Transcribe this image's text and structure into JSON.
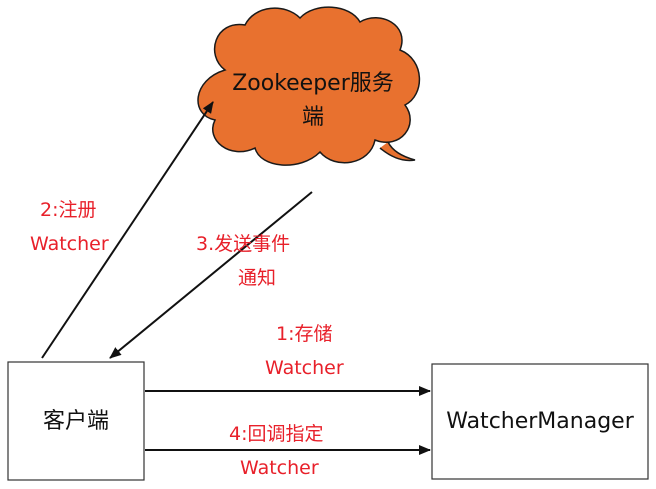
{
  "colors": {
    "cloud_fill": "#e8712f",
    "cloud_stroke": "#1a1a1a",
    "box_stroke": "#333333",
    "arrow": "#111111",
    "edge_label": "#e8202a"
  },
  "nodes": {
    "server": {
      "line1": "Zookeeper服务",
      "line2": "端",
      "shape": "cloud"
    },
    "client": {
      "label": "客户端",
      "shape": "rectangle"
    },
    "manager": {
      "label": "WatcherManager",
      "shape": "rectangle"
    }
  },
  "edges": {
    "register": {
      "line1": "2:注册",
      "line2": "Watcher",
      "from": "client",
      "to": "server"
    },
    "notify": {
      "line1": "3.发送事件",
      "line2": "通知",
      "from": "server",
      "to": "client"
    },
    "store": {
      "line1": "1:存储",
      "line2": "Watcher",
      "from": "client",
      "to": "manager"
    },
    "specify": {
      "line1": "4:回调指定",
      "line2": "Watcher",
      "from": "client",
      "to": "manager"
    }
  }
}
